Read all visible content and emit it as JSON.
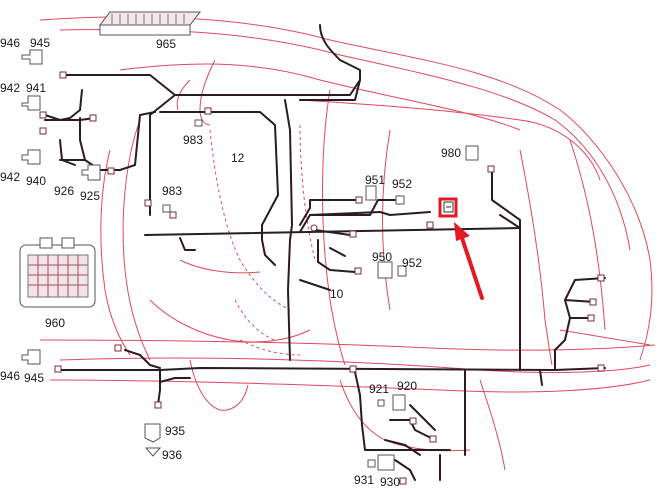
{
  "labels": {
    "l965": "965",
    "l946a": "946",
    "l945a": "945",
    "l942a": "942",
    "l941": "941",
    "l942b": "942",
    "l940": "940",
    "l983a": "983",
    "l12": "12",
    "l926": "926",
    "l925": "925",
    "l983b": "983",
    "l980": "980",
    "l951": "951",
    "l952a": "952",
    "l950": "950",
    "l952b": "952",
    "l10": "10",
    "l960": "960",
    "l946b": "946",
    "l945b": "945",
    "l921": "921",
    "l920": "920",
    "l935": "935",
    "l936": "936",
    "l931": "931",
    "l930": "930"
  },
  "highlight": {
    "color": "#e01b24"
  },
  "colors": {
    "body_outline": "#e0495e",
    "harness": "#2b1b22"
  }
}
